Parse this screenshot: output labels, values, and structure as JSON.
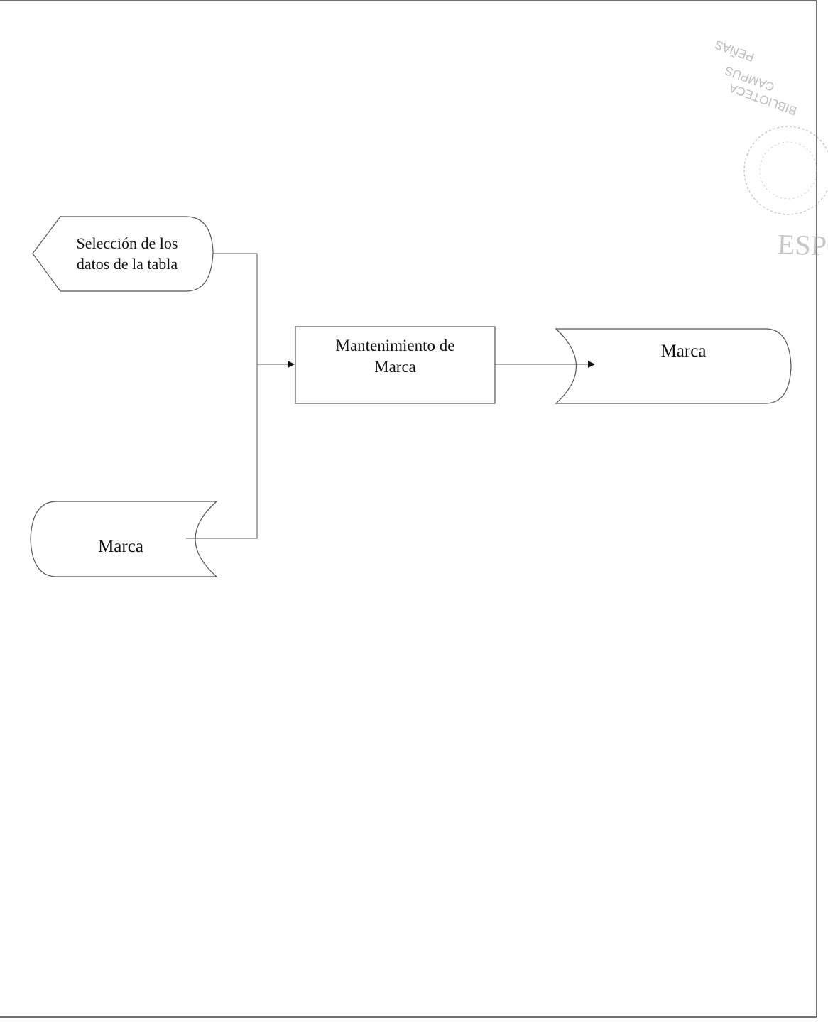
{
  "diagram": {
    "nodes": {
      "display_selection": {
        "shape": "display",
        "lines": [
          "Selección de los",
          "datos de la tabla"
        ]
      },
      "process": {
        "shape": "process",
        "lines": [
          "Mantenimiento de",
          "Marca"
        ]
      },
      "storage_output": {
        "shape": "stored-data",
        "label": "Marca"
      },
      "storage_input": {
        "shape": "stored-data",
        "label": "Marca"
      }
    },
    "edges": [
      {
        "from": "display_selection",
        "to": "process"
      },
      {
        "from": "storage_input",
        "to": "process"
      },
      {
        "from": "process",
        "to": "storage_output"
      }
    ]
  },
  "stamp": {
    "text": [
      "ESPOL",
      "BIBLIOTECA",
      "CAMPUS",
      "PEÑAS"
    ]
  },
  "colors": {
    "stroke": "#555555",
    "text": "#111111",
    "stamp": "#9a9a9a"
  }
}
